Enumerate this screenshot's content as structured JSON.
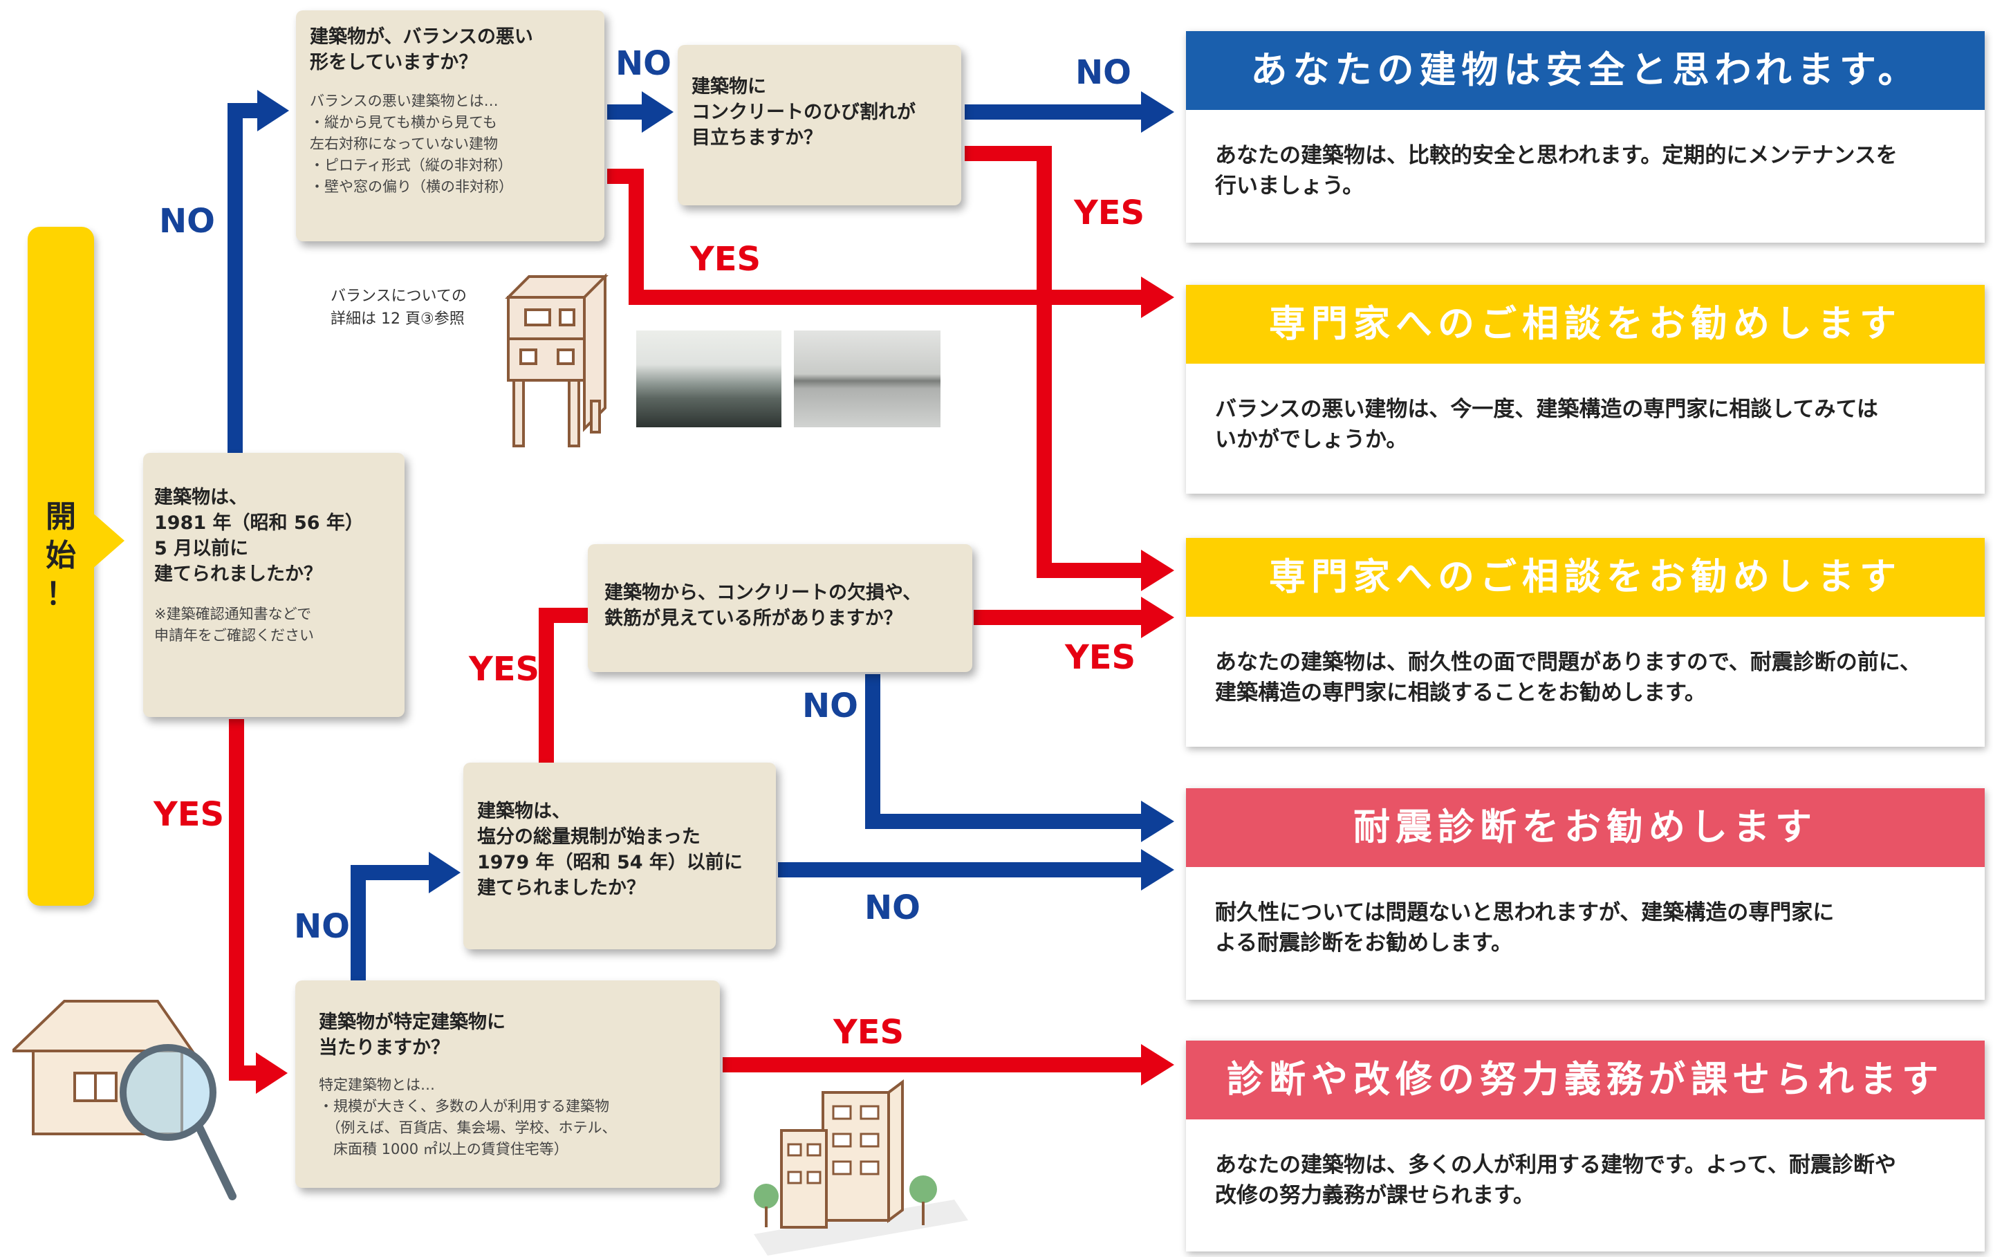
{
  "start": {
    "label": "開\n始\n！"
  },
  "questions": {
    "q1981": {
      "title": "建築物は、\n1981 年（昭和 56 年）\n5 月以前に\n建てられましたか？",
      "note": "※建築確認通知書などで\n申請年をご確認ください"
    },
    "balance": {
      "title": "建築物が、バランスの悪い\n形をしていますか？",
      "note": "バランスの悪い建築物とは…\n・縦から見ても横から見ても\n左右対称になっていない建物\n・ピロティ形式（縦の非対称）\n・壁や窓の偏り（横の非対称）"
    },
    "crack": {
      "title": "建築物に\nコンクリートのひび割れが\n目立ちますか？"
    },
    "rebar": {
      "title": "建築物から、コンクリートの欠損や、\n鉄筋が見えている所がありますか？"
    },
    "y1979": {
      "title": "建築物は、\n塩分の総量規制が始まった\n1979 年（昭和 54 年）以前に\n建てられましたか？"
    },
    "specified": {
      "title": "建築物が特定建築物に\n当たりますか？",
      "note": "特定建築物とは…\n・規模が大きく、多数の人が利用する建築物\n　（例えば、百貨店、集会場、学校、ホテル、\n　床面積 1000 ㎡以上の賃貸住宅等）"
    }
  },
  "balance_note": "バランスについての\n詳細は 12 頁③参照",
  "labels": {
    "no": "NO",
    "yes": "YES"
  },
  "results": [
    {
      "heading": "あなたの建物は安全と思われます。",
      "color": "#1a5fad",
      "body": "あなたの建築物は、比較的安全と思われます。定期的にメンテナンスを\n行いましょう。"
    },
    {
      "heading": "専門家へのご相談をお勧めします",
      "color": "#ffd000",
      "body": "バランスの悪い建物は、今一度、建築構造の専門家に相談してみては\nいかがでしょうか。"
    },
    {
      "heading": "専門家へのご相談をお勧めします",
      "color": "#ffd000",
      "body": "あなたの建築物は、耐久性の面で問題がありますので、耐震診断の前に、\n建築構造の専門家に相談することをお勧めします。"
    },
    {
      "heading": "耐震診断をお勧めします",
      "color": "#e85466",
      "body": "耐久性については問題ないと思われますが、建築構造の専門家に\nよる耐震診断をお勧めします。"
    },
    {
      "heading": "診断や改修の努力義務が課せられます",
      "color": "#e85466",
      "body": "あなたの建築物は、多くの人が利用する建物です。よって、耐震診断や\n改修の努力義務が課せられます。"
    }
  ],
  "colors": {
    "no_arrow": "#0d3f98",
    "yes_arrow": "#e60012",
    "question_bg": "#ece5d3",
    "start": "#ffd400"
  }
}
